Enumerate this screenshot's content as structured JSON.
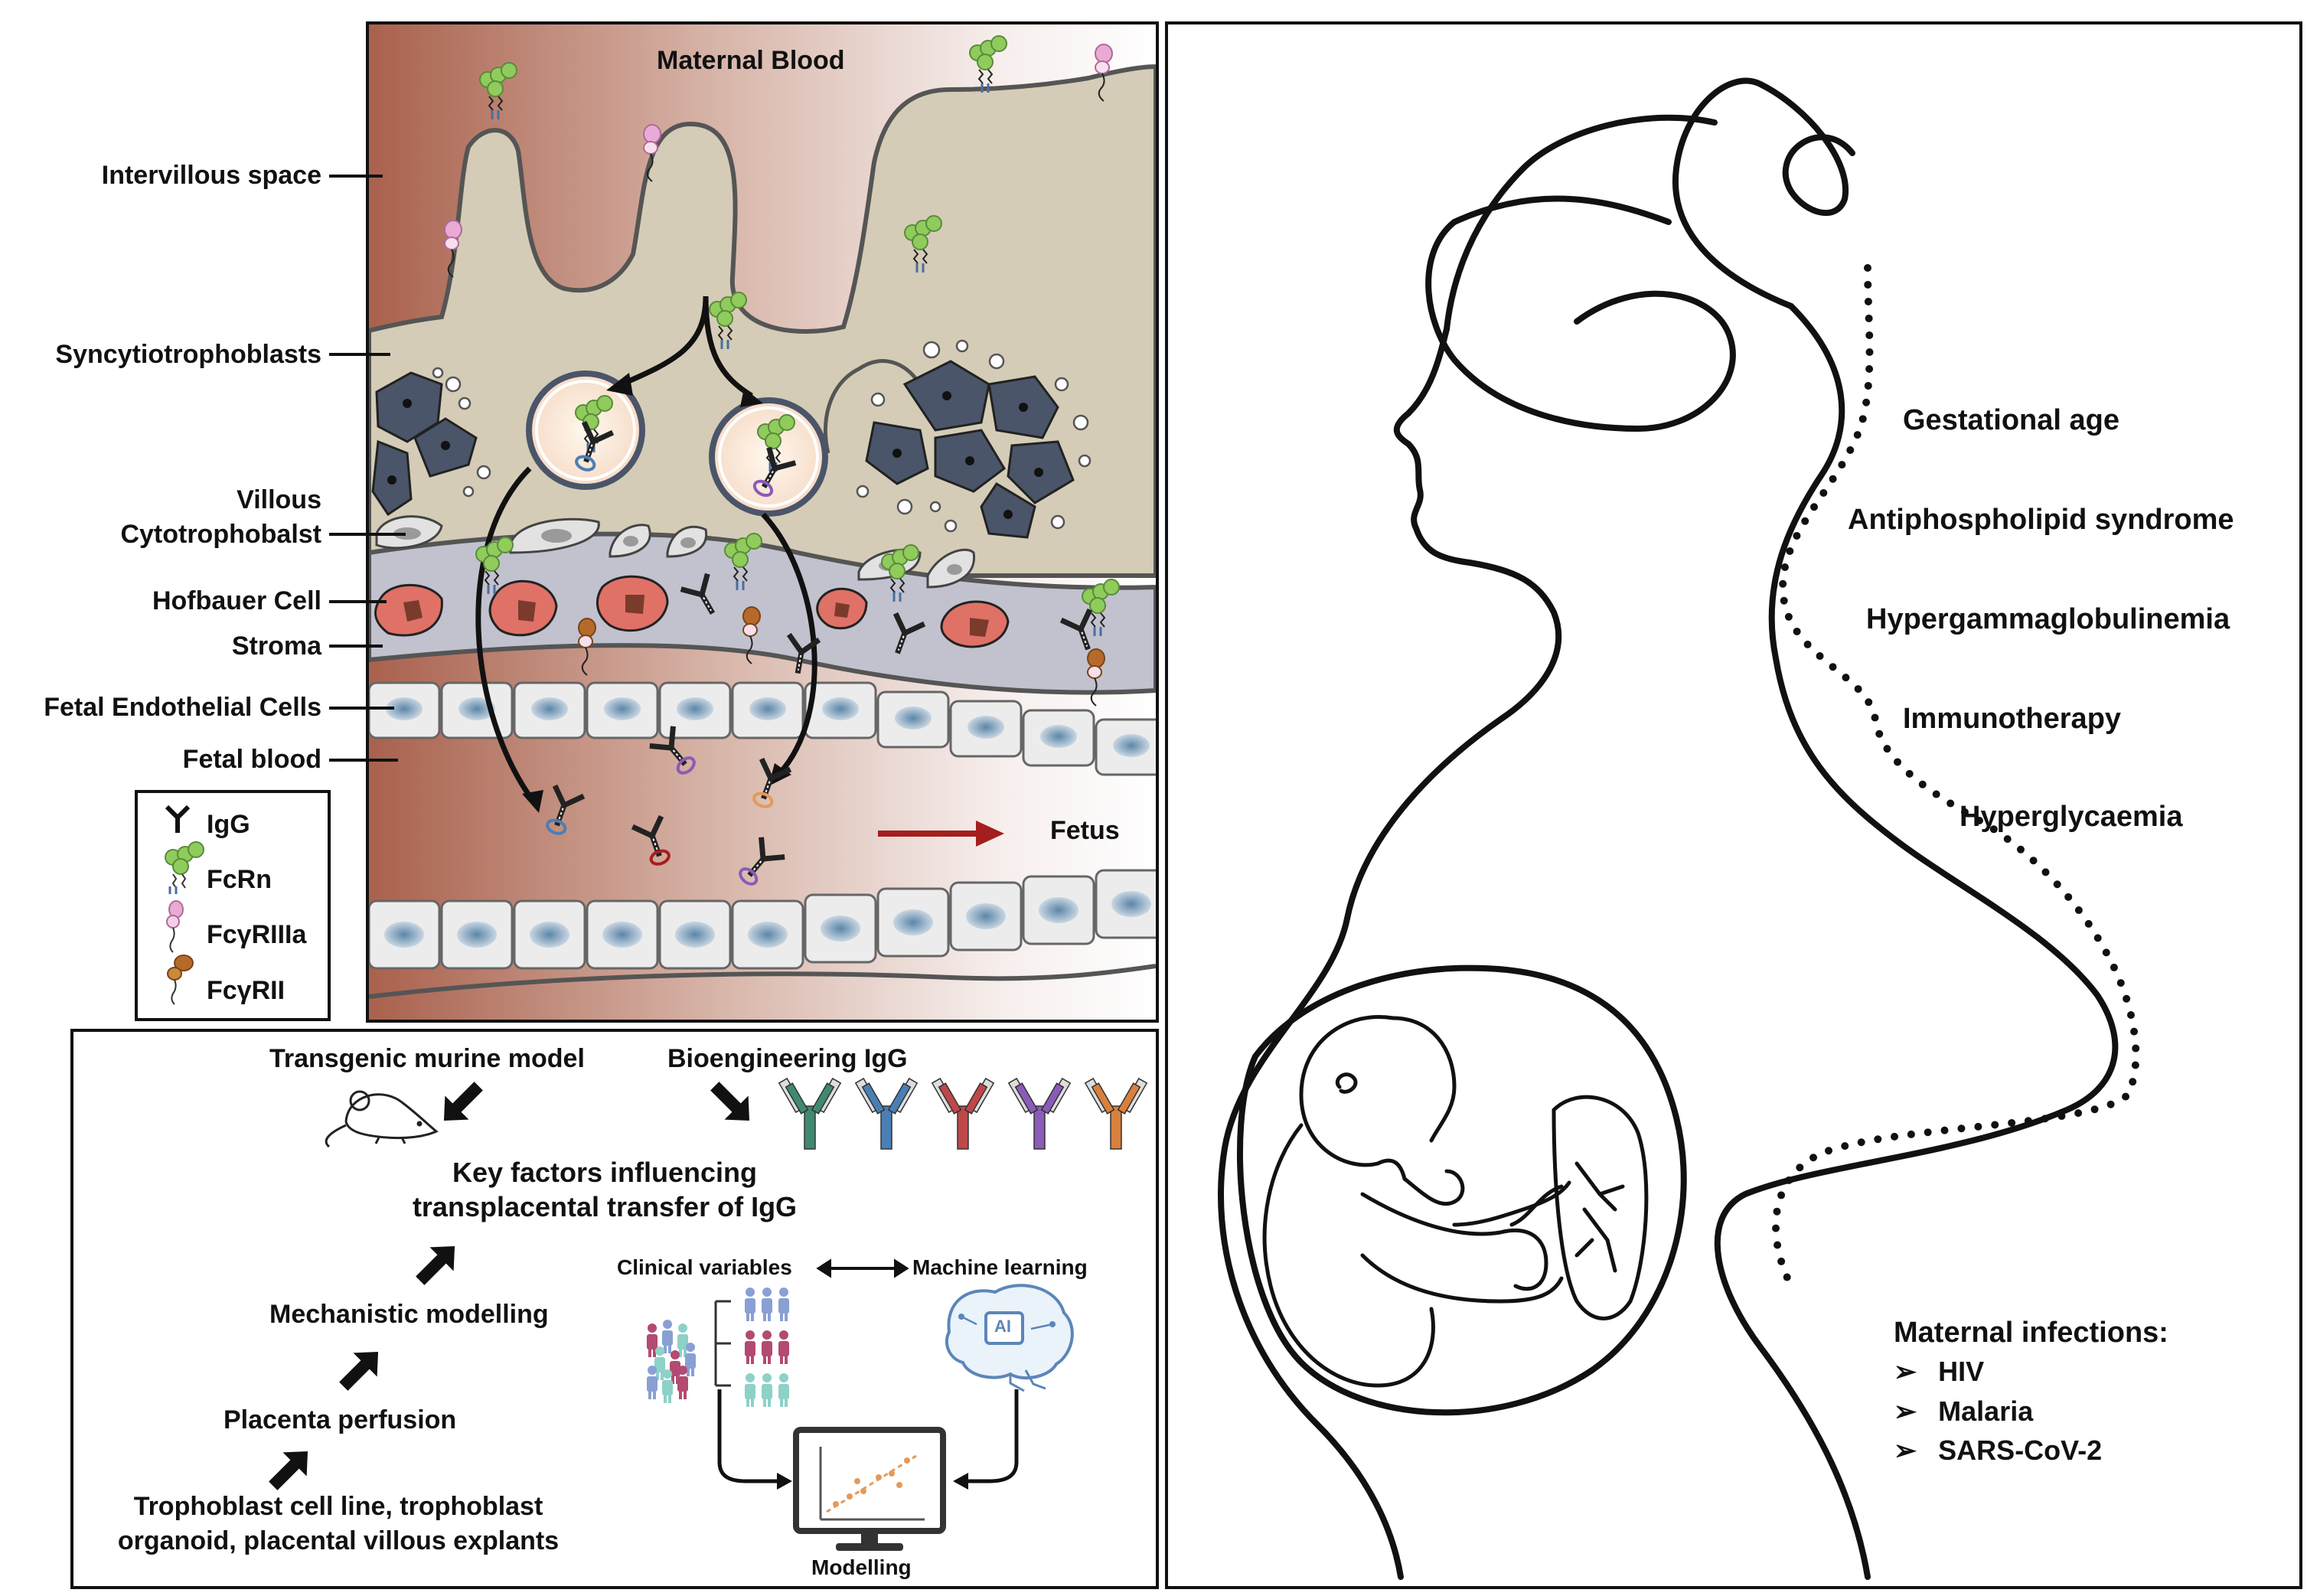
{
  "placenta": {
    "maternal_blood": "Maternal Blood",
    "labels": [
      "Intervillous space",
      "Syncytiotrophoblasts",
      "Villous",
      "Cytotrophobalst",
      "Hofbauer Cell",
      "Stroma",
      "Fetal Endothelial Cells",
      "Fetal blood"
    ],
    "fetus_arrow": "Fetus",
    "colors": {
      "maternal_blood": "#a9614d",
      "villus": "#d4ccb6",
      "trophoblast": "#4a5569",
      "hofbauer": "#e07166",
      "stroma": "#c1c2ce",
      "endothelial": "#ececec",
      "fcrn": "#8fcc5c",
      "fcgr3a": "#eaaad6",
      "fcgr2": "#b66a2a",
      "arrow_fetus": "#a51e1e"
    }
  },
  "legend": {
    "items": [
      "IgG",
      "FcRn",
      "FcγRIIIa",
      "FcγRII"
    ]
  },
  "methods": {
    "transgenic": "Transgenic murine model",
    "bioengineering": "Bioengineering IgG",
    "key_factors_line1": "Key factors influencing",
    "key_factors_line2": "transplacental transfer of IgG",
    "clinical_variables": "Clinical variables",
    "machine_learning": "Machine learning",
    "ai_badge": "AI",
    "mechanistic": "Mechanistic modelling",
    "perfusion": "Placenta perfusion",
    "trophoblast_line1": "Trophoblast cell line, trophoblast",
    "trophoblast_line2": "organoid, placental villous explants",
    "modelling": "Modelling",
    "antibody_colors": [
      "#3f8a6e",
      "#4a7fb5",
      "#c0474a",
      "#8a5bb8",
      "#d9803c"
    ]
  },
  "maternal_factors": {
    "items": [
      "Gestational age",
      "Antiphospholipid syndrome",
      "Hypergammaglobulinemia",
      "Immunotherapy",
      "Hyperglycaemia"
    ],
    "infections_title": "Maternal infections:",
    "infections": [
      "HIV",
      "Malaria",
      "SARS-CoV-2"
    ],
    "bullet": "➢"
  }
}
